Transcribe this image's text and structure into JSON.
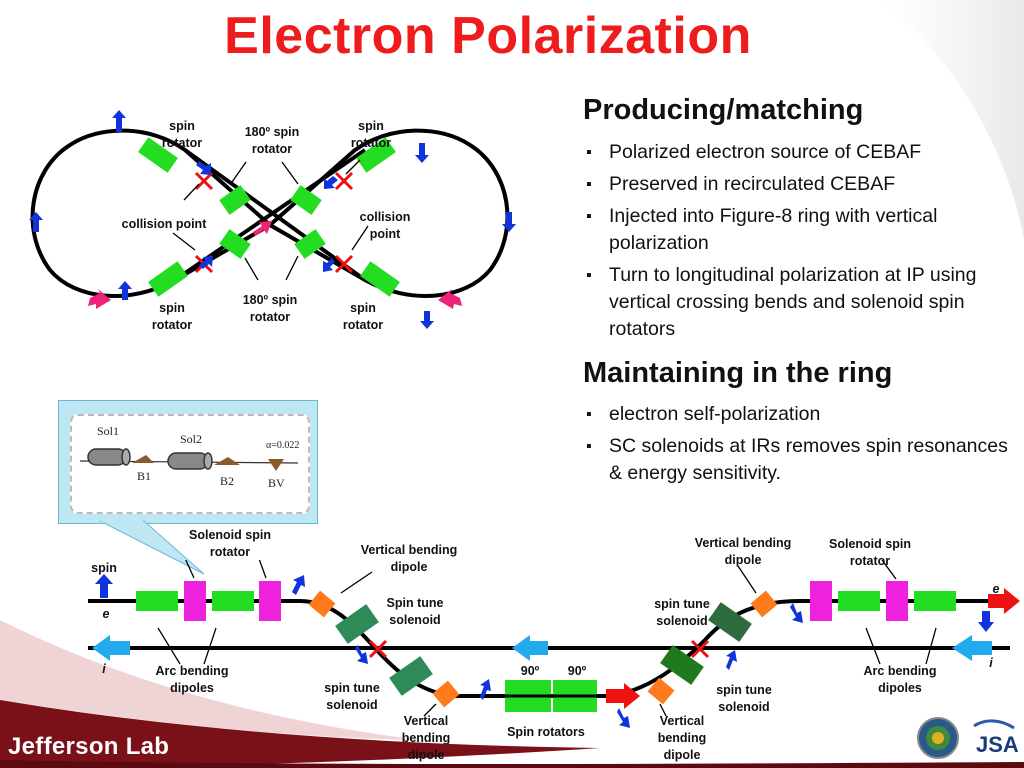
{
  "title": "Electron Polarization",
  "sections": [
    {
      "heading": "Producing/matching",
      "bullets": [
        "Polarized electron source of CEBAF",
        "Preserved in recirculated CEBAF",
        "Injected into Figure-8 ring with vertical polarization",
        "Turn to longitudinal polarization at IP using vertical crossing bends and solenoid spin rotators"
      ]
    },
    {
      "heading": "Maintaining in the ring",
      "bullets": [
        "electron self-polarization",
        "SC solenoids at IRs removes spin resonances & energy sensitivity."
      ]
    }
  ],
  "figure8": {
    "spin_rotator_tl": "spin\nrotator",
    "spin_rotator_tr": "spin\nrotator",
    "spin_rotator_bl": "spin\nrotator",
    "spin_rotator_br": "spin\nrotator",
    "rotator_180_top": "180º spin\nrotator",
    "rotator_180_bottom": "180º spin\nrotator",
    "collision_point_left": "collision point",
    "collision_point_right": "collision\npoint"
  },
  "inset": {
    "sol1": "Sol1",
    "sol2": "Sol2",
    "b1": "B1",
    "b2": "B2",
    "alpha": "α=0.022",
    "bv": "BV"
  },
  "beamline": {
    "spin": "spin",
    "e_left": "e",
    "i_left": "i",
    "e_right": "e",
    "i_right": "i",
    "solenoid_spin_rotator_left": "Solenoid spin\nrotator",
    "solenoid_spin_rotator_right": "Solenoid spin\nrotator",
    "vertical_bending_dipole_top_left": "Vertical bending\ndipole",
    "vertical_bending_dipole_top_right": "Vertical bending\ndipole",
    "spin_tune_solenoid_top_left": "Spin tune\nsolenoid",
    "spin_tune_solenoid_top_right": "spin tune\nsolenoid",
    "spin_tune_solenoid_bottom_left": "spin tune\nsolenoid",
    "spin_tune_solenoid_bottom_right": "spin tune\nsolenoid",
    "arc_bending_dipoles_left": "Arc bending\ndipoles",
    "arc_bending_dipoles_right": "Arc bending\ndipoles",
    "vertical_bending_dipole_bottom_left": "Vertical\nbending\ndipole",
    "vertical_bending_dipole_bottom_right": "Vertical\nbending\ndipole",
    "ninety_1": "90º",
    "ninety_2": "90º",
    "spin_rotators": "Spin rotators"
  },
  "footer": {
    "logo": "Jefferson Lab",
    "jsa": "JSA"
  },
  "colors": {
    "title": "#ee1c1c",
    "green": "#22dd22",
    "dark_green": "#2e8b57",
    "magenta": "#ee22dd",
    "orange": "#ff7a1a",
    "red_cross": "#ee1111",
    "blue": "#1133dd",
    "dark_red": "#7a1018"
  }
}
